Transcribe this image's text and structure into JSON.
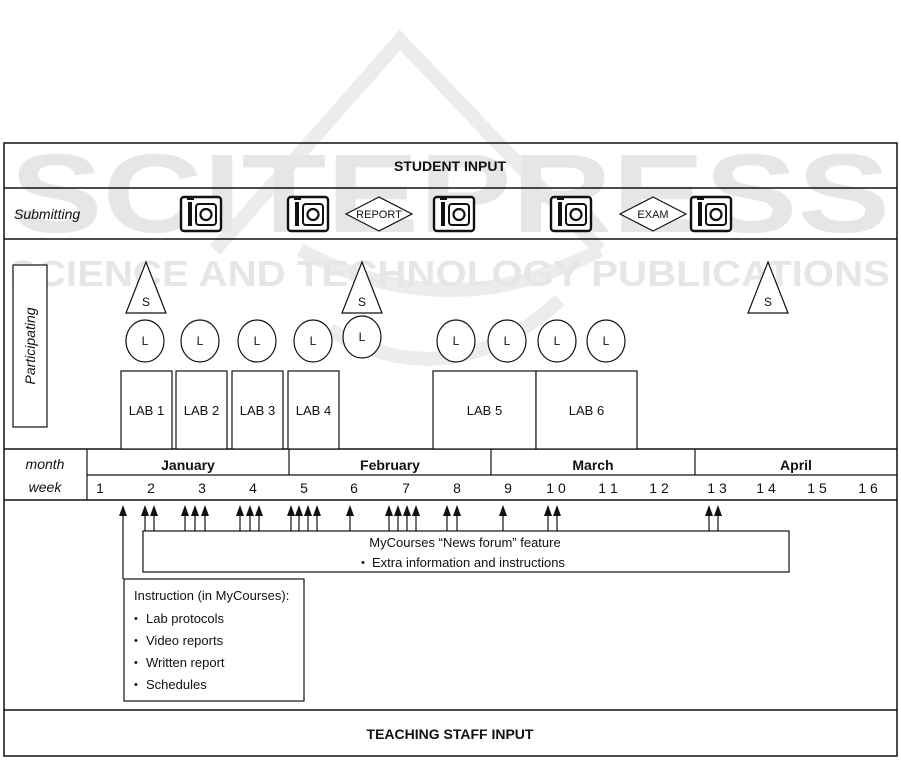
{
  "watermark": {
    "main": "SCITEPRESS",
    "sub": "SCIENCE AND TECHNOLOGY PUBLICATIONS",
    "color": "#e6e6e6"
  },
  "student_input": "STUDENT INPUT",
  "teaching_staff_input": "TEACHING STAFF INPUT",
  "rows": {
    "submitting": "Submitting",
    "participating": "Participating",
    "month": "month",
    "week": "week"
  },
  "submitting": {
    "camera_icon": "camera-icon",
    "report": "REPORT",
    "exam": "EXAM"
  },
  "participating": {
    "seminar": "S",
    "lecture": "L",
    "labs": [
      "LAB 1",
      "LAB 2",
      "LAB 3",
      "LAB 4",
      "LAB 5",
      "LAB 6"
    ]
  },
  "months": [
    "January",
    "February",
    "March",
    "April"
  ],
  "weeks": [
    "1",
    "2",
    "3",
    "4",
    "5",
    "6",
    "7",
    "8",
    "9",
    "1 0",
    "1 1",
    "1 2",
    "1 3",
    "1 4",
    "1 5",
    "1 6"
  ],
  "news_forum": {
    "title": "MyCourses “News forum” feature",
    "items": [
      "Extra information and instructions"
    ]
  },
  "instruction": {
    "title": "Instruction (in MyCourses):",
    "items": [
      "Lab protocols",
      "Video reports",
      "Written report",
      "Schedules"
    ]
  }
}
